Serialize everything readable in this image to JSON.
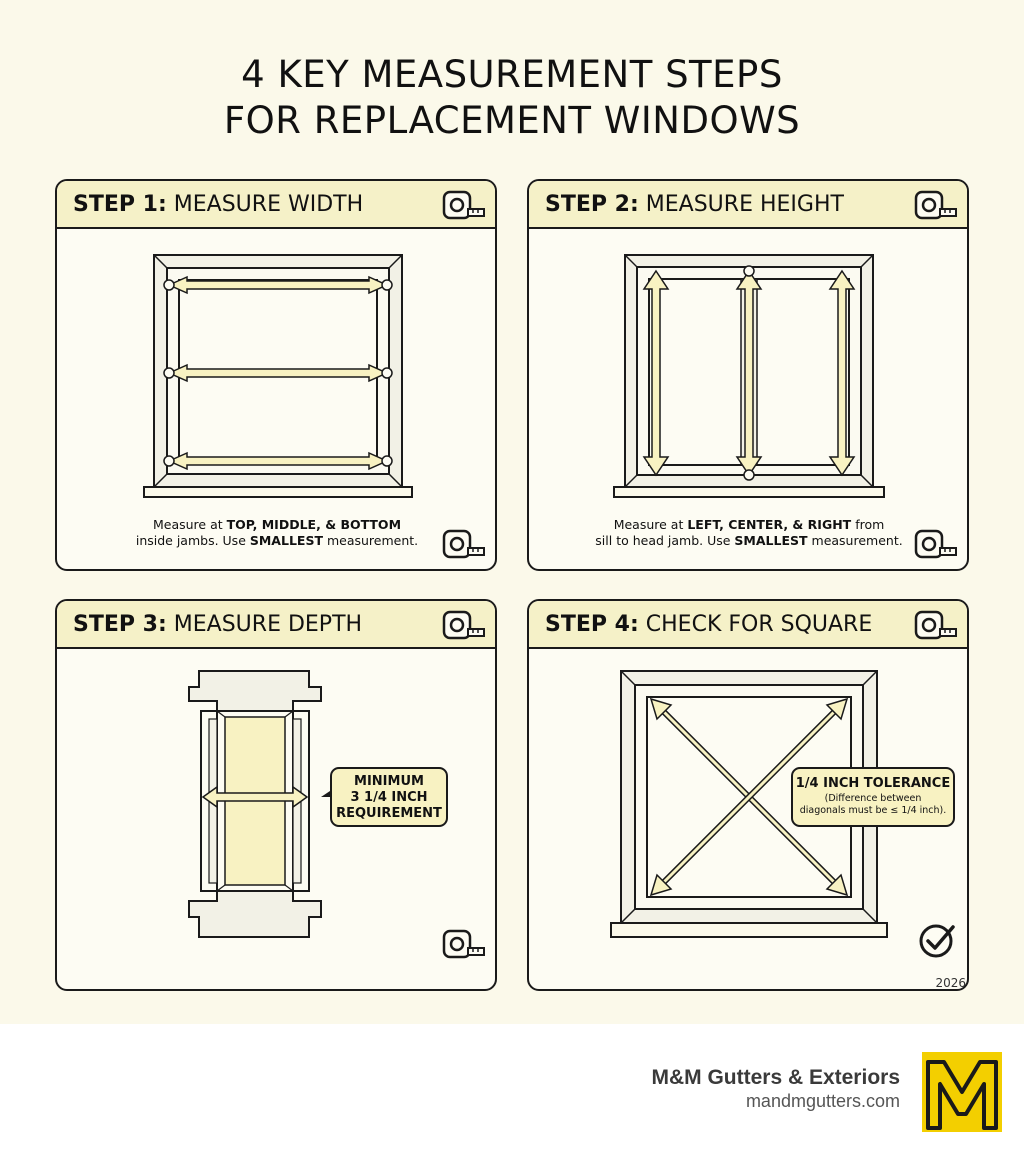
{
  "title": {
    "line1": "4 KEY MEASUREMENT STEPS",
    "line2": "FOR REPLACEMENT WINDOWS"
  },
  "steps": [
    {
      "label": "STEP 1:",
      "name": "MEASURE WIDTH",
      "caption": {
        "a": "Measure at ",
        "b": "TOP, MIDDLE, & BOTTOM",
        "c": "inside jambs. Use ",
        "d": "SMALLEST",
        "e": " measurement."
      }
    },
    {
      "label": "STEP 2:",
      "name": "MEASURE HEIGHT",
      "caption": {
        "a": "Measure at ",
        "b": "LEFT, CENTER, & RIGHT",
        "c": " from",
        "d": "sill to head jamb. Use ",
        "e": "SMALLEST",
        "f": " measurement."
      }
    },
    {
      "label": "STEP 3:",
      "name": "MEASURE DEPTH",
      "callout": {
        "line1": "MINIMUM",
        "line2": "3 1/4 INCH",
        "line3": "REQUIREMENT"
      }
    },
    {
      "label": "STEP 4:",
      "name": "CHECK FOR SQUARE",
      "callout": {
        "title": "1/4 INCH TOLERANCE",
        "sub1": "(Difference between",
        "sub2": "diagonals must be ≤ 1/4 inch)."
      }
    }
  ],
  "year": "2026",
  "brand": {
    "name": "M&M Gutters & Exteriors",
    "url": "mandmgutters.com"
  },
  "icons": {
    "step_header": "tape-measure-icon",
    "step_footer": "tape-measure-icon",
    "step4_footer": "check-circle-icon",
    "logo": "m-logo-icon"
  },
  "colors": {
    "background": "#fbf9ea",
    "header_fill": "#f5f1c8",
    "highlight": "#f8f2c2",
    "stroke": "#1a1a1a",
    "logo_yellow": "#f3cf00"
  }
}
